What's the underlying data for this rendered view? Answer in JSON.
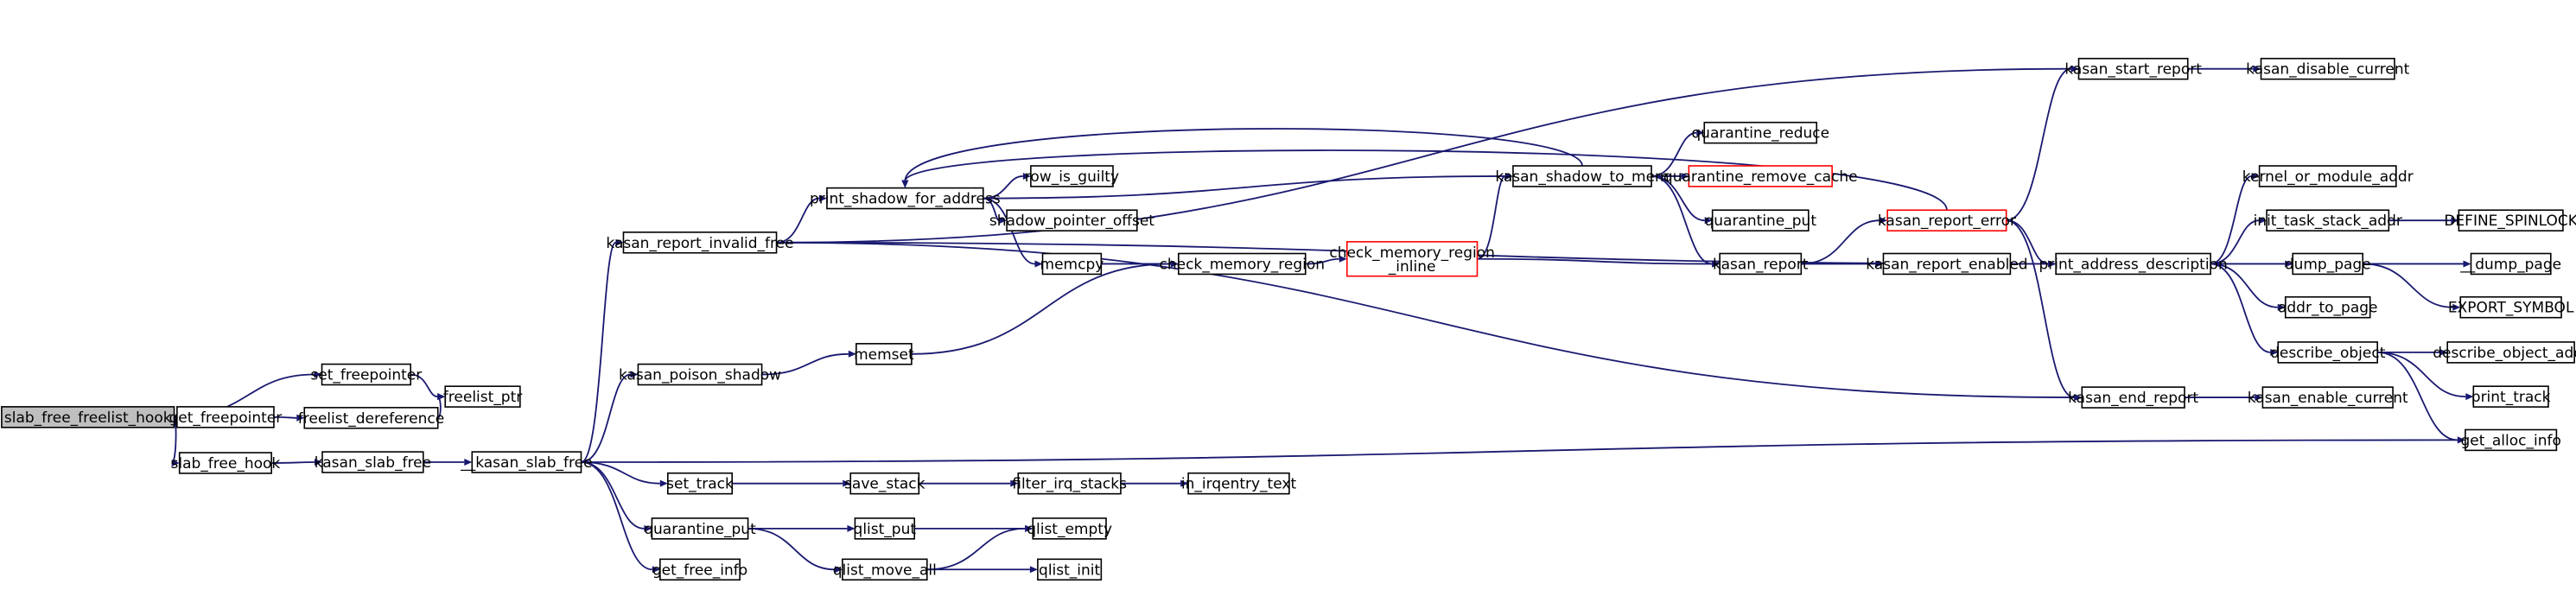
{
  "graph": {
    "nodes": [
      {
        "id": "slab_free_freelist_hook",
        "label": "slab_free_freelist_hook",
        "style": "root"
      },
      {
        "id": "set_freepointer",
        "label": "set_freepointer"
      },
      {
        "id": "get_freepointer",
        "label": "get_freepointer"
      },
      {
        "id": "freelist_dereference",
        "label": "freelist_dereference"
      },
      {
        "id": "freelist_ptr",
        "label": "freelist_ptr"
      },
      {
        "id": "slab_free_hook",
        "label": "slab_free_hook"
      },
      {
        "id": "kasan_slab_free",
        "label": "kasan_slab_free"
      },
      {
        "id": "__kasan_slab_free",
        "label": "__kasan_slab_free"
      },
      {
        "id": "kasan_report_invalid_free",
        "label": "kasan_report_invalid_free"
      },
      {
        "id": "kasan_poison_shadow",
        "label": "kasan_poison_shadow"
      },
      {
        "id": "set_track",
        "label": "set_track"
      },
      {
        "id": "quarantine_put_l",
        "label": "quarantine_put"
      },
      {
        "id": "get_free_info",
        "label": "get_free_info"
      },
      {
        "id": "print_shadow_for_address",
        "label": "print_shadow_for_address"
      },
      {
        "id": "row_is_guilty",
        "label": "row_is_guilty"
      },
      {
        "id": "shadow_pointer_offset",
        "label": "shadow_pointer_offset"
      },
      {
        "id": "memcpy",
        "label": "memcpy"
      },
      {
        "id": "memset",
        "label": "memset"
      },
      {
        "id": "check_memory_region",
        "label": "check_memory_region"
      },
      {
        "id": "check_memory_region_inline",
        "label": "check_memory_region\n_inline",
        "style": "red"
      },
      {
        "id": "save_stack",
        "label": "save_stack"
      },
      {
        "id": "filter_irq_stacks",
        "label": "filter_irq_stacks"
      },
      {
        "id": "in_irqentry_text",
        "label": "in_irqentry_text"
      },
      {
        "id": "qlist_put",
        "label": "qlist_put"
      },
      {
        "id": "qlist_move_all",
        "label": "qlist_move_all"
      },
      {
        "id": "qlist_empty",
        "label": "qlist_empty"
      },
      {
        "id": "qlist_init",
        "label": "qlist_init"
      },
      {
        "id": "kasan_shadow_to_mem",
        "label": "kasan_shadow_to_mem"
      },
      {
        "id": "quarantine_reduce",
        "label": "quarantine_reduce"
      },
      {
        "id": "quarantine_remove_cache",
        "label": "quarantine_remove_cache",
        "style": "red"
      },
      {
        "id": "quarantine_put_r",
        "label": "quarantine_put"
      },
      {
        "id": "kasan_report",
        "label": "kasan_report"
      },
      {
        "id": "kasan_report_error",
        "label": "kasan_report_error",
        "style": "red"
      },
      {
        "id": "kasan_report_enabled",
        "label": "kasan_report_enabled"
      },
      {
        "id": "kasan_start_report",
        "label": "kasan_start_report"
      },
      {
        "id": "kasan_disable_current",
        "label": "kasan_disable_current"
      },
      {
        "id": "print_address_description",
        "label": "print_address_description"
      },
      {
        "id": "kasan_end_report",
        "label": "kasan_end_report"
      },
      {
        "id": "kasan_enable_current",
        "label": "kasan_enable_current"
      },
      {
        "id": "kernel_or_module_addr",
        "label": "kernel_or_module_addr"
      },
      {
        "id": "init_task_stack_addr",
        "label": "init_task_stack_addr"
      },
      {
        "id": "DEFINE_SPINLOCK",
        "label": "DEFINE_SPINLOCK"
      },
      {
        "id": "dump_page",
        "label": "dump_page"
      },
      {
        "id": "__dump_page",
        "label": "__dump_page"
      },
      {
        "id": "EXPORT_SYMBOL",
        "label": "EXPORT_SYMBOL"
      },
      {
        "id": "addr_to_page",
        "label": "addr_to_page"
      },
      {
        "id": "describe_object",
        "label": "describe_object"
      },
      {
        "id": "describe_object_addr",
        "label": "describe_object_addr"
      },
      {
        "id": "print_track",
        "label": "print_track"
      },
      {
        "id": "get_alloc_info",
        "label": "get_alloc_info"
      }
    ],
    "edges": [
      [
        "slab_free_freelist_hook",
        "set_freepointer"
      ],
      [
        "slab_free_freelist_hook",
        "get_freepointer"
      ],
      [
        "slab_free_freelist_hook",
        "slab_free_hook"
      ],
      [
        "set_freepointer",
        "freelist_ptr"
      ],
      [
        "get_freepointer",
        "freelist_dereference"
      ],
      [
        "freelist_dereference",
        "freelist_ptr"
      ],
      [
        "slab_free_hook",
        "kasan_slab_free"
      ],
      [
        "kasan_slab_free",
        "__kasan_slab_free"
      ],
      [
        "__kasan_slab_free",
        "kasan_report_invalid_free"
      ],
      [
        "__kasan_slab_free",
        "kasan_poison_shadow"
      ],
      [
        "__kasan_slab_free",
        "set_track"
      ],
      [
        "__kasan_slab_free",
        "quarantine_put_l"
      ],
      [
        "__kasan_slab_free",
        "get_free_info"
      ],
      [
        "__kasan_slab_free",
        "get_alloc_info"
      ],
      [
        "kasan_report_invalid_free",
        "print_shadow_for_address"
      ],
      [
        "kasan_report_invalid_free",
        "kasan_start_report"
      ],
      [
        "kasan_report_invalid_free",
        "print_address_description"
      ],
      [
        "kasan_report_invalid_free",
        "kasan_end_report"
      ],
      [
        "kasan_poison_shadow",
        "memset"
      ],
      [
        "memset",
        "check_memory_region"
      ],
      [
        "print_shadow_for_address",
        "row_is_guilty"
      ],
      [
        "print_shadow_for_address",
        "shadow_pointer_offset"
      ],
      [
        "print_shadow_for_address",
        "memcpy"
      ],
      [
        "print_shadow_for_address",
        "kasan_shadow_to_mem"
      ],
      [
        "memcpy",
        "check_memory_region"
      ],
      [
        "check_memory_region",
        "check_memory_region_inline"
      ],
      [
        "check_memory_region_inline",
        "kasan_shadow_to_mem"
      ],
      [
        "check_memory_region_inline",
        "kasan_report"
      ],
      [
        "kasan_shadow_to_mem",
        "quarantine_reduce"
      ],
      [
        "kasan_shadow_to_mem",
        "quarantine_remove_cache"
      ],
      [
        "kasan_shadow_to_mem",
        "quarantine_put_r"
      ],
      [
        "kasan_shadow_to_mem",
        "kasan_report"
      ],
      [
        "kasan_shadow_to_mem",
        "print_shadow_for_address"
      ],
      [
        "kasan_report",
        "kasan_report_error"
      ],
      [
        "kasan_report",
        "kasan_report_enabled"
      ],
      [
        "kasan_report_error",
        "kasan_start_report"
      ],
      [
        "kasan_report_error",
        "print_address_description"
      ],
      [
        "kasan_report_error",
        "kasan_end_report"
      ],
      [
        "kasan_report_error",
        "print_shadow_for_address"
      ],
      [
        "kasan_start_report",
        "kasan_disable_current"
      ],
      [
        "kasan_end_report",
        "kasan_enable_current"
      ],
      [
        "print_address_description",
        "kernel_or_module_addr"
      ],
      [
        "print_address_description",
        "init_task_stack_addr"
      ],
      [
        "print_address_description",
        "dump_page"
      ],
      [
        "print_address_description",
        "addr_to_page"
      ],
      [
        "print_address_description",
        "describe_object"
      ],
      [
        "init_task_stack_addr",
        "DEFINE_SPINLOCK"
      ],
      [
        "dump_page",
        "__dump_page"
      ],
      [
        "dump_page",
        "EXPORT_SYMBOL"
      ],
      [
        "describe_object",
        "describe_object_addr"
      ],
      [
        "describe_object",
        "print_track"
      ],
      [
        "describe_object",
        "get_alloc_info"
      ],
      [
        "set_track",
        "save_stack"
      ],
      [
        "save_stack",
        "filter_irq_stacks"
      ],
      [
        "filter_irq_stacks",
        "in_irqentry_text"
      ],
      [
        "quarantine_put_l",
        "qlist_put"
      ],
      [
        "quarantine_put_l",
        "qlist_move_all"
      ],
      [
        "qlist_put",
        "qlist_empty"
      ],
      [
        "qlist_move_all",
        "qlist_empty"
      ],
      [
        "qlist_move_all",
        "qlist_init"
      ]
    ]
  }
}
